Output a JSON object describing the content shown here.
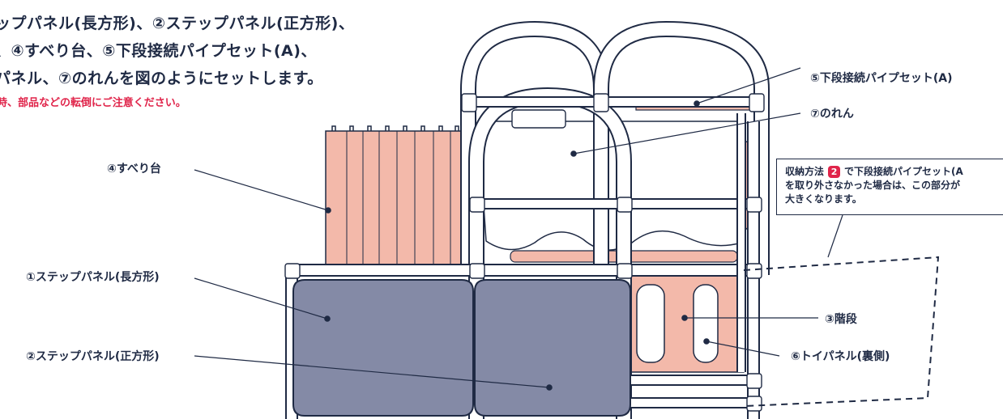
{
  "intro": {
    "lines": [
      "ップパネル(長方形)、②ステップパネル(正方形)、",
      "、④すべり台、⑤下段接続パイプセット(A)、",
      "パネル、⑦のれんを図のようにセットします。"
    ],
    "caution": "時、部品などの転倒にご注意ください。"
  },
  "callouts": {
    "pipe_set_a": "⑤下段接続パイプセット(A)",
    "noren": "⑦のれん",
    "slide": "④すべり台",
    "step_rect": "①ステップパネル(長方形)",
    "step_square": "②ステップパネル(正方形)",
    "stairs": "③階段",
    "toy_panel": "⑥トイパネル(裏側)"
  },
  "note": {
    "prefix": "収納方法",
    "step": "2",
    "line1_rest": "で下段接続パイプセット(A",
    "line2": "を取り外さなかった場合は、この部分が",
    "line3": "大きくなります。"
  },
  "colors": {
    "navy": "#1f2a44",
    "panel_gray": "#848aa6",
    "salmon": "#f3b9aa",
    "accent_red": "#e0244a"
  }
}
